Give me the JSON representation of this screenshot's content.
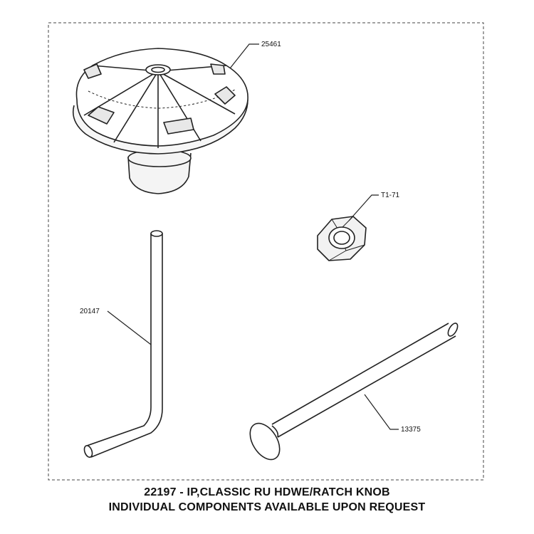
{
  "callouts": {
    "knob": "25461",
    "nut": "T1-71",
    "rod": "20147",
    "bolt": "13375"
  },
  "caption": {
    "line1": "22197 - IP,CLASSIC RU HDWE/RATCH KNOB",
    "line2": "INDIVIDUAL COMPONENTS AVAILABLE UPON REQUEST"
  }
}
